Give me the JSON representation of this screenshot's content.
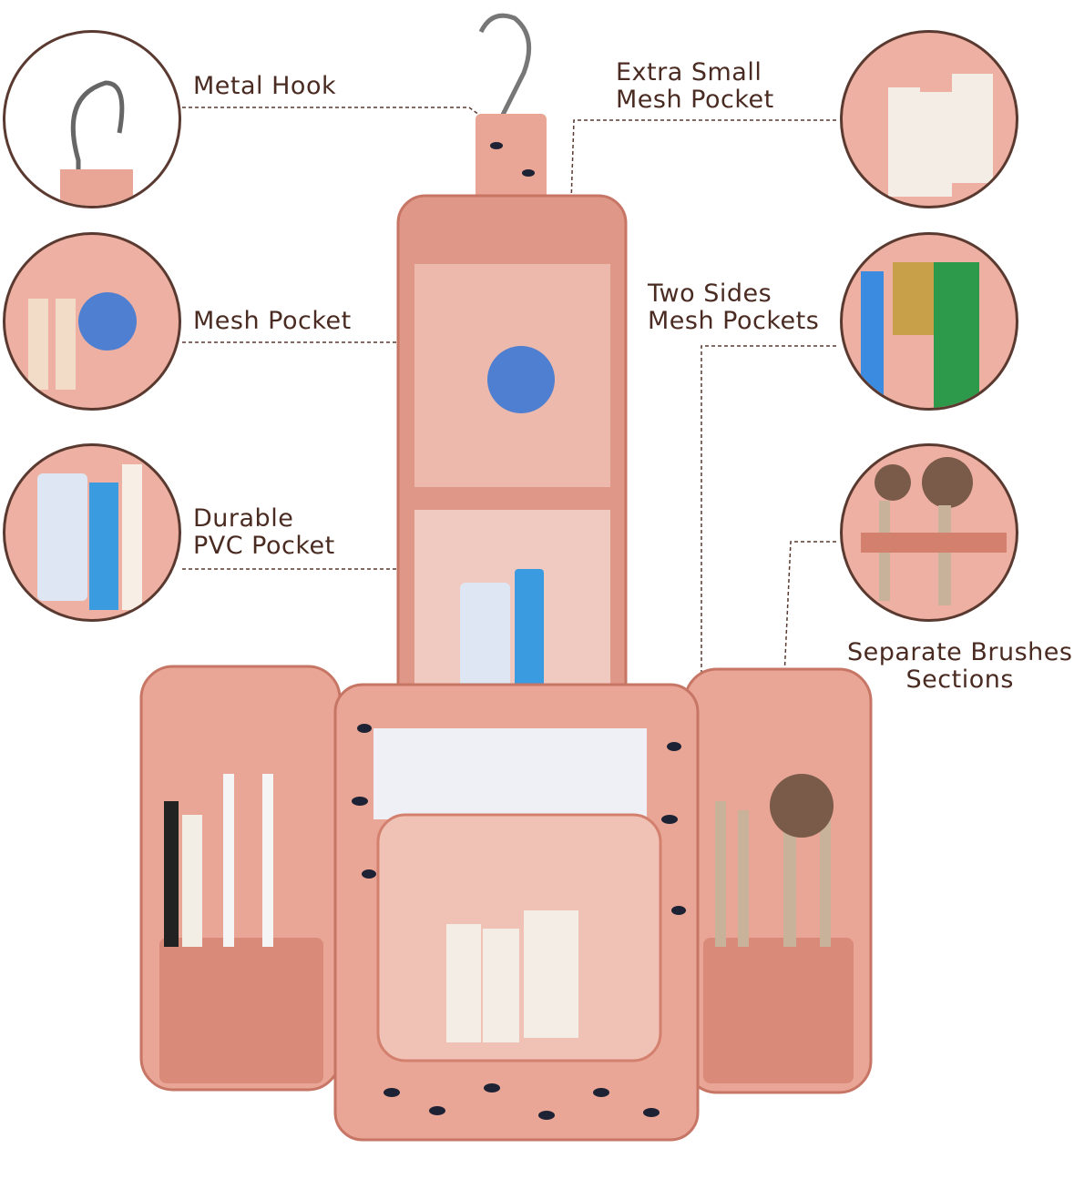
{
  "callouts": {
    "metal_hook": "Metal Hook",
    "extra_small_mesh_pocket": {
      "line1": "Extra Small",
      "line2": "Mesh Pocket"
    },
    "mesh_pocket": "Mesh Pocket",
    "two_sides_mesh_pockets": {
      "line1": "Two Sides",
      "line2": "Mesh Pockets"
    },
    "durable_pvc_pocket": {
      "line1": "Durable",
      "line2": "PVC Pocket"
    },
    "separate_brushes_sections": {
      "line1": "Separate Brushes",
      "line2": "Sections"
    }
  },
  "colors": {
    "bag": "#e9a595",
    "bag_dark": "#d4806f",
    "text": "#4a2b22",
    "line": "#5a3a30"
  }
}
